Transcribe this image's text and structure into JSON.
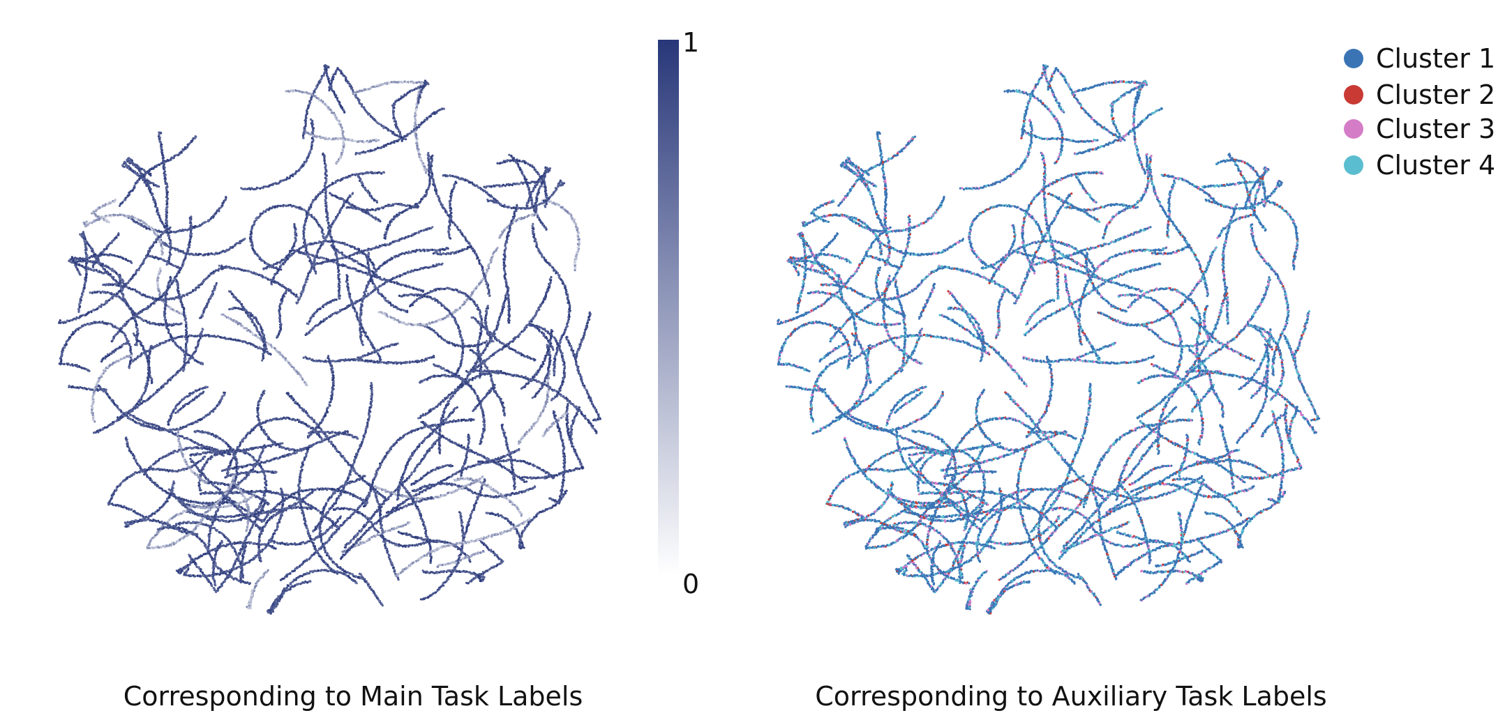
{
  "chart_data": [
    {
      "type": "scatter",
      "title": "",
      "caption": "Corresponding to Main Task Labels",
      "xlabel": "",
      "ylabel": "",
      "grid": false,
      "axes_visible": false,
      "color_encoding": "continuous",
      "colorbar": {
        "min_label": "0",
        "max_label": "1",
        "range": [
          0,
          1
        ],
        "color_low": "#ffffff",
        "color_high": "#283779"
      },
      "point_count_approx": 20000,
      "distribution": "many short curved worm-like trajectories filling a roughly circular region; most points have values near 1 (dark navy), a minority near 0.3-0.6 (light grey-lavender)"
    },
    {
      "type": "scatter",
      "title": "",
      "caption": "Corresponding to Auxiliary Task Labels",
      "xlabel": "",
      "ylabel": "",
      "grid": false,
      "axes_visible": false,
      "color_encoding": "categorical",
      "legend_position": "top-right",
      "series": [
        {
          "name": "Cluster 1",
          "color": "#3a74b5",
          "share": 0.64
        },
        {
          "name": "Cluster 2",
          "color": "#c93a34",
          "share": 0.05
        },
        {
          "name": "Cluster 3",
          "color": "#d57cc6",
          "share": 0.12
        },
        {
          "name": "Cluster 4",
          "color": "#5bbdd0",
          "share": 0.19
        }
      ],
      "point_count_approx": 20000,
      "distribution": "same curved trajectory layout as the left panel, coloured by auxiliary-task cluster"
    }
  ]
}
